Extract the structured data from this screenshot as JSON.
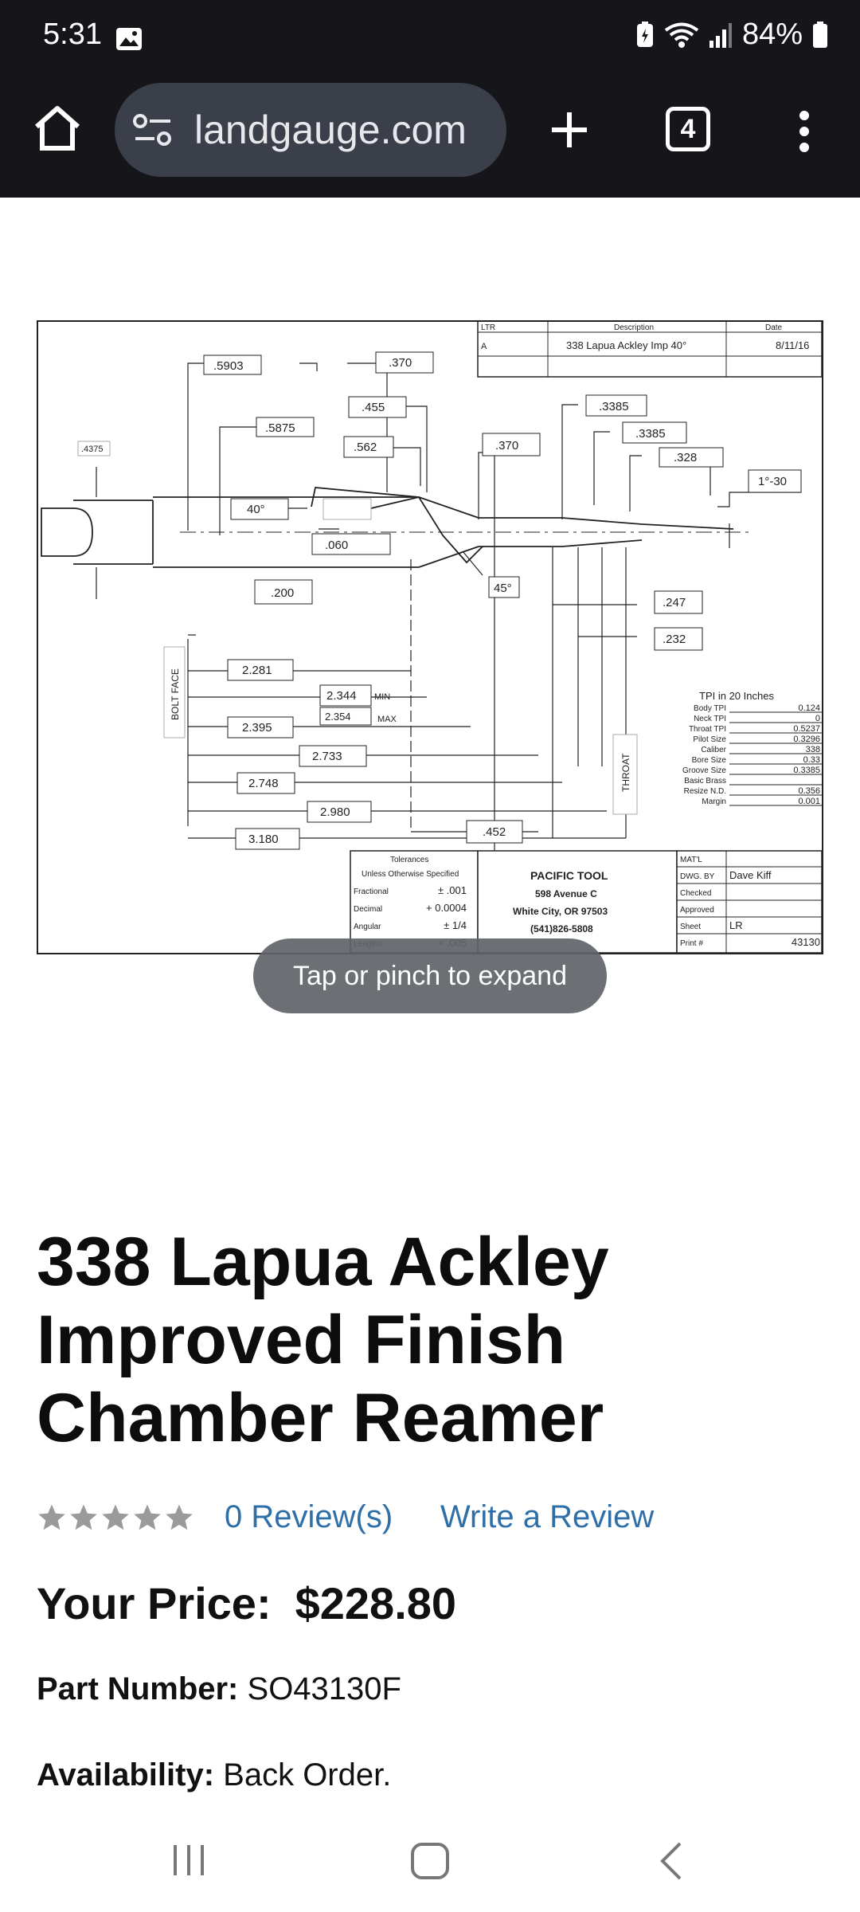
{
  "status": {
    "time": "5:31",
    "battery": "84%"
  },
  "browser": {
    "url": "landgauge.com",
    "tab_count": "4"
  },
  "drawing": {
    "revision_table": {
      "headers": [
        "LTR",
        "Description",
        "Date"
      ],
      "row": [
        "A",
        "338 Lapua Ackley Imp 40°",
        "8/11/16"
      ]
    },
    "dims": {
      "d5903": ".5903",
      "d5875": ".5875",
      "d4375": ".4375",
      "d370a": ".370",
      "d455": ".455",
      "d562": ".562",
      "d370b": ".370",
      "d3385a": ".3385",
      "d3385b": ".3385",
      "d328": ".328",
      "taper": "1°-30",
      "angle40": "40°",
      "d060": ".060",
      "angle45": "45°",
      "d200": ".200",
      "d247": ".247",
      "d232": ".232",
      "d2281": "2.281",
      "d2344": "2.344",
      "min": "MIN",
      "d2354": "2.354",
      "max": "MAX",
      "d2395": "2.395",
      "d2733": "2.733",
      "d2748": "2.748",
      "d2980": "2.980",
      "d3180": "3.180",
      "d452": ".452",
      "bolt_face": "BOLT FACE",
      "throat": "THROAT"
    },
    "tpi_title": "TPI in 20 Inches",
    "tpi_rows": [
      {
        "label": "Body TPI",
        "value": "0.124"
      },
      {
        "label": "Neck TPI",
        "value": "0"
      },
      {
        "label": "Throat TPI",
        "value": "0.5237"
      },
      {
        "label": "Pilot Size",
        "value": "0.3296"
      },
      {
        "label": "Caliber",
        "value": "338"
      },
      {
        "label": "Bore Size",
        "value": "0.33"
      },
      {
        "label": "Groove Size",
        "value": "0.3385"
      },
      {
        "label": "Basic Brass",
        "value": ""
      },
      {
        "label": "Resize N.D.",
        "value": "0.356"
      },
      {
        "label": "Margin",
        "value": "0.001"
      }
    ],
    "tolerances": {
      "title": "Tolerances",
      "subtitle": "Unless Otherwise Specified",
      "rows": [
        {
          "label": "Fractional",
          "value": "± .001"
        },
        {
          "label": "Decimal",
          "value": "+ 0.0004"
        },
        {
          "label": "Angular",
          "value": "± 1/4"
        },
        {
          "label": "Lengths",
          "value": "+ .005"
        }
      ]
    },
    "company": {
      "name": "PACIFIC TOOL",
      "street": "598 Avenue C",
      "city": "White City, OR 97503",
      "phone": "(541)826-5808"
    },
    "title_block": [
      {
        "label": "MAT'L",
        "value": ""
      },
      {
        "label": "DWG. BY",
        "value": "Dave Kiff"
      },
      {
        "label": "Checked",
        "value": ""
      },
      {
        "label": "Approved",
        "value": ""
      },
      {
        "label": "Sheet",
        "value": "LR"
      },
      {
        "label": "Print #",
        "value": "43130"
      }
    ]
  },
  "toast": "Tap or pinch to expand",
  "product": {
    "title": "338 Lapua Ackley Improved Finish Chamber Reamer",
    "rating": 0,
    "rating_max": 5,
    "reviews": "0 Review(s)",
    "write_review": "Write a Review",
    "price_label": "Your Price:",
    "price": "$228.80",
    "part_label": "Part Number:",
    "part_number": "SO43130F",
    "availability_label": "Availability:",
    "availability": "Back Order."
  },
  "colors": {
    "topbar": "#16161a",
    "url_bar": "#3a3f4a",
    "link": "#2f6fa8",
    "star": "#9a9a9a"
  }
}
